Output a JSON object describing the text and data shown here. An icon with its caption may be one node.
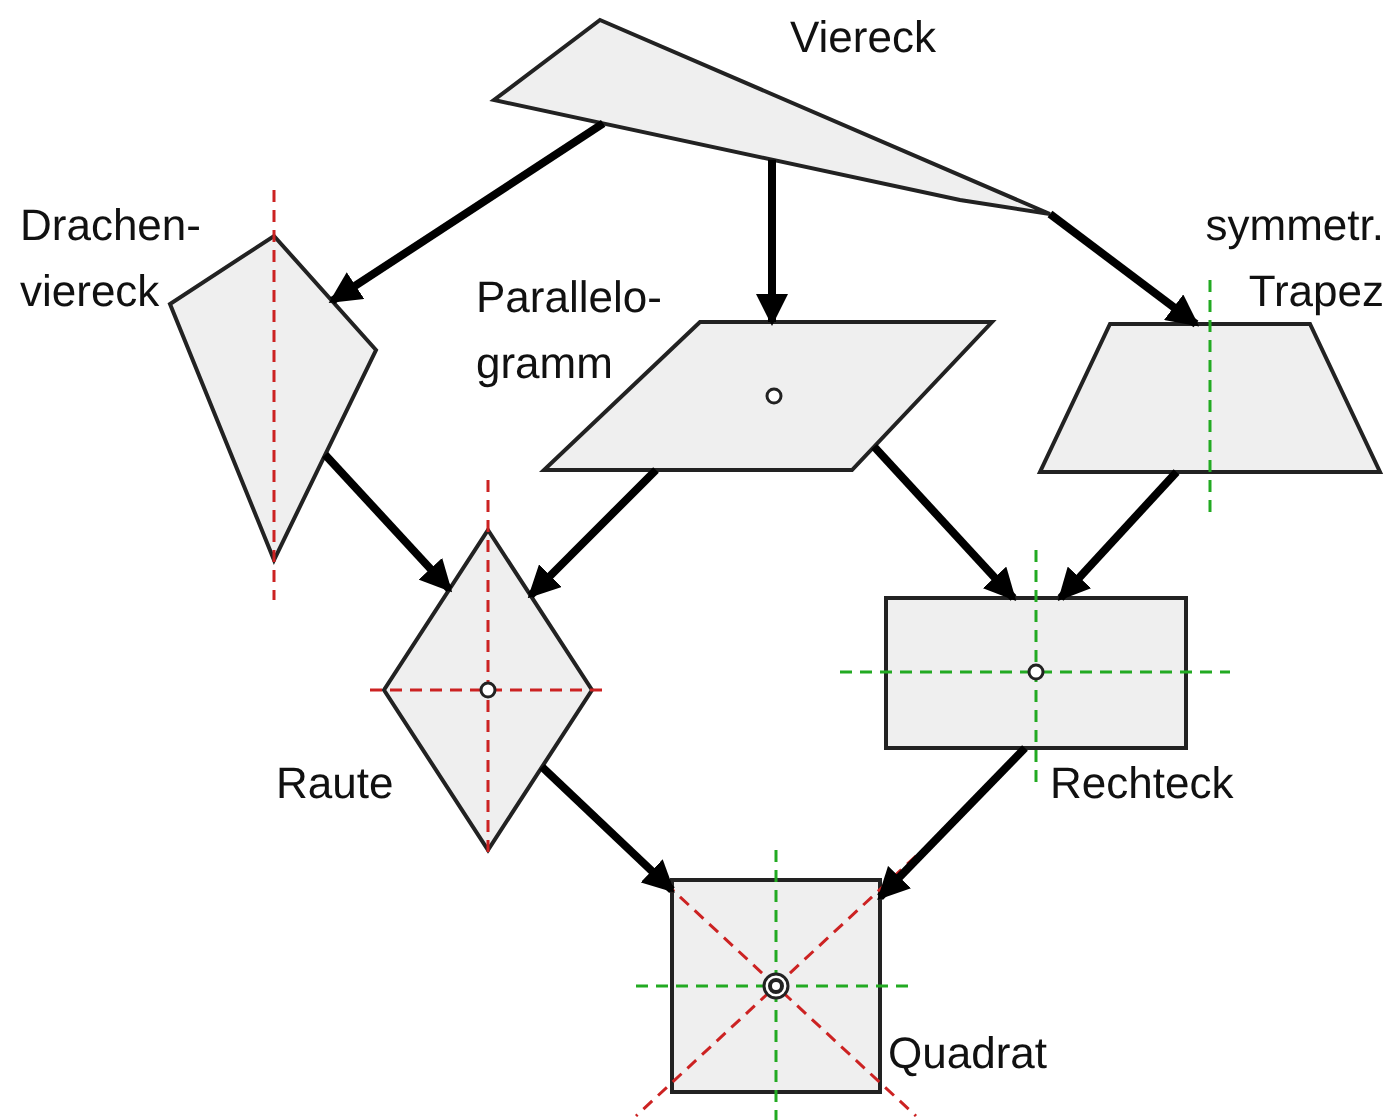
{
  "diagram": {
    "nodes": [
      {
        "text": [
          "Viereck"
        ]
      },
      {
        "text": [
          "Drachen- viereck"
        ]
      },
      {
        "text": [
          "Parallelo- gramm"
        ]
      },
      {
        "text": [
          "symmetr. Trapez"
        ]
      },
      {
        "text": [
          "Raute"
        ]
      },
      {
        "text": [
          "Rechteck"
        ]
      },
      {
        "text": [
          "Quadrat"
        ]
      }
    ],
    "edges": [
      {
        "from": 0,
        "to": 1,
        "arrow": "to"
      },
      {
        "from": 0,
        "to": 2,
        "arrow": "to"
      },
      {
        "from": 0,
        "to": 3,
        "arrow": "to"
      },
      {
        "from": 1,
        "to": 4,
        "arrow": "to"
      },
      {
        "from": 2,
        "to": 4,
        "arrow": "to"
      },
      {
        "from": 2,
        "to": 5,
        "arrow": "to"
      },
      {
        "from": 3,
        "to": 5,
        "arrow": "to"
      },
      {
        "from": 4,
        "to": 6,
        "arrow": "to"
      },
      {
        "from": 5,
        "to": 6,
        "arrow": "to"
      }
    ]
  }
}
